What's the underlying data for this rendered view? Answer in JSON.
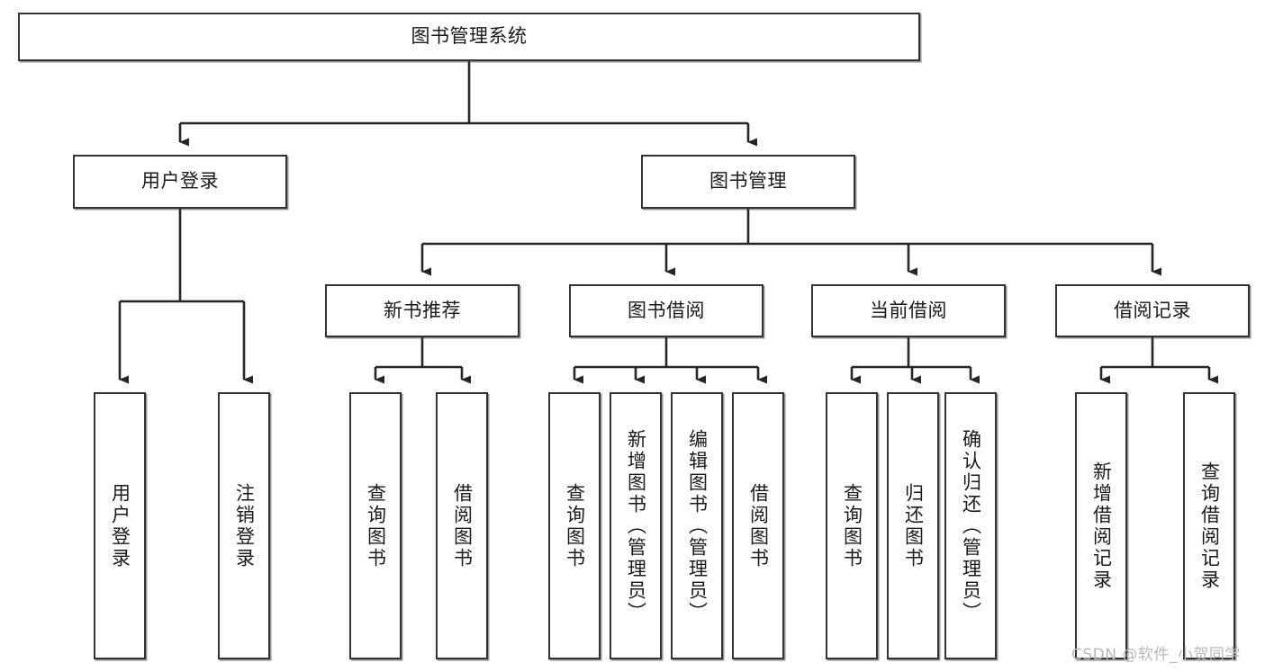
{
  "diagram": {
    "type": "tree-hierarchy",
    "title": "图书管理系统",
    "orientation": "top-down",
    "nodes": {
      "root": {
        "label": "图书管理系统",
        "level": 0,
        "text_direction": "horizontal"
      },
      "user_login": {
        "label": "用户登录",
        "level": 1,
        "text_direction": "horizontal"
      },
      "book_manage": {
        "label": "图书管理",
        "level": 1,
        "text_direction": "horizontal"
      },
      "new_book_rec": {
        "label": "新书推荐",
        "level": 2,
        "text_direction": "horizontal"
      },
      "book_borrow": {
        "label": "图书借阅",
        "level": 2,
        "text_direction": "horizontal"
      },
      "current_borrow": {
        "label": "当前借阅",
        "level": 2,
        "text_direction": "horizontal"
      },
      "borrow_record": {
        "label": "借阅记录",
        "level": 2,
        "text_direction": "horizontal"
      },
      "leaf_user_login": {
        "label": "用户登录",
        "level": 2,
        "text_direction": "vertical"
      },
      "leaf_logout": {
        "label": "注销登录",
        "level": 2,
        "text_direction": "vertical"
      },
      "leaf_query_book_1": {
        "label": "查询图书",
        "level": 3,
        "text_direction": "vertical"
      },
      "leaf_borrow_book_1": {
        "label": "借阅图书",
        "level": 3,
        "text_direction": "vertical"
      },
      "leaf_query_book_2": {
        "label": "查询图书",
        "level": 3,
        "text_direction": "vertical"
      },
      "leaf_add_book": {
        "label": "新增图书（管理员）",
        "level": 3,
        "text_direction": "vertical"
      },
      "leaf_edit_book": {
        "label": "编辑图书（管理员）",
        "level": 3,
        "text_direction": "vertical"
      },
      "leaf_borrow_book_2": {
        "label": "借阅图书",
        "level": 3,
        "text_direction": "vertical"
      },
      "leaf_query_book_3": {
        "label": "查询图书",
        "level": 3,
        "text_direction": "vertical"
      },
      "leaf_return_book": {
        "label": "归还图书",
        "level": 3,
        "text_direction": "vertical"
      },
      "leaf_confirm_return": {
        "label": "确认归还（管理员）",
        "level": 3,
        "text_direction": "vertical"
      },
      "leaf_add_record": {
        "label": "新增借阅记录",
        "level": 3,
        "text_direction": "vertical"
      },
      "leaf_query_record": {
        "label": "查询借阅记录",
        "level": 3,
        "text_direction": "vertical"
      }
    },
    "edges": [
      {
        "from": "root",
        "to": "user_login"
      },
      {
        "from": "root",
        "to": "book_manage"
      },
      {
        "from": "user_login",
        "to": "leaf_user_login"
      },
      {
        "from": "user_login",
        "to": "leaf_logout"
      },
      {
        "from": "book_manage",
        "to": "new_book_rec"
      },
      {
        "from": "book_manage",
        "to": "book_borrow"
      },
      {
        "from": "book_manage",
        "to": "current_borrow"
      },
      {
        "from": "book_manage",
        "to": "borrow_record"
      },
      {
        "from": "new_book_rec",
        "to": "leaf_query_book_1"
      },
      {
        "from": "new_book_rec",
        "to": "leaf_borrow_book_1"
      },
      {
        "from": "book_borrow",
        "to": "leaf_query_book_2"
      },
      {
        "from": "book_borrow",
        "to": "leaf_add_book"
      },
      {
        "from": "book_borrow",
        "to": "leaf_edit_book"
      },
      {
        "from": "book_borrow",
        "to": "leaf_borrow_book_2"
      },
      {
        "from": "current_borrow",
        "to": "leaf_query_book_3"
      },
      {
        "from": "current_borrow",
        "to": "leaf_return_book"
      },
      {
        "from": "current_borrow",
        "to": "leaf_confirm_return"
      },
      {
        "from": "borrow_record",
        "to": "leaf_add_record"
      },
      {
        "from": "borrow_record",
        "to": "leaf_query_record"
      }
    ],
    "colors": {
      "background": "#ffffff",
      "node_fill": "#ffffff",
      "node_border": "#333333",
      "edge": "#262626",
      "text": "#1a1a1a",
      "watermark": "#b9b9b9"
    }
  },
  "watermark": {
    "text": "CSDN @软件_小贺同学"
  }
}
